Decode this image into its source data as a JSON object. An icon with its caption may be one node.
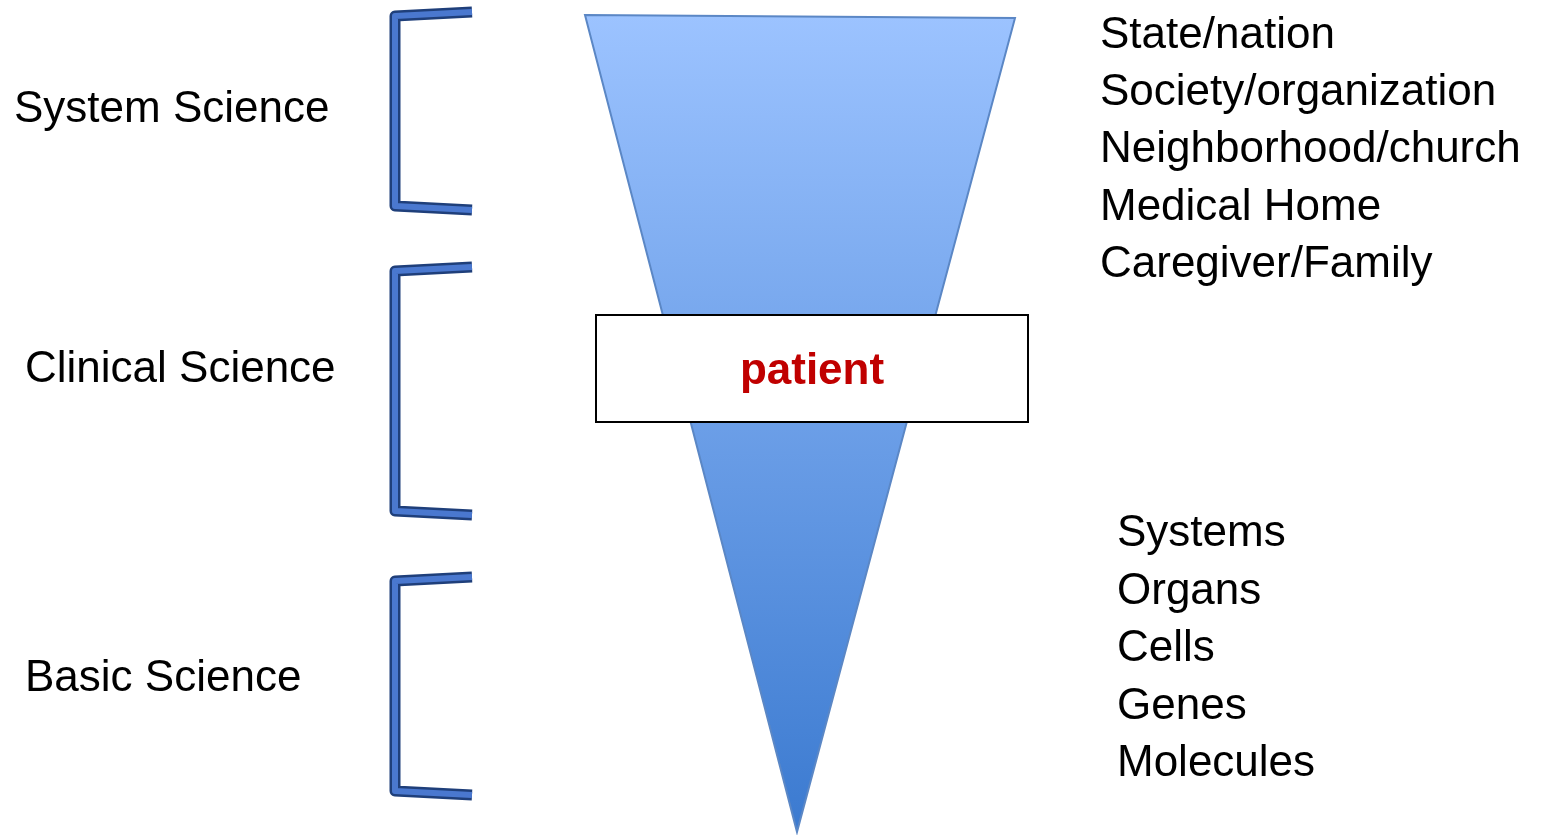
{
  "diagram": {
    "nodes": [
      {
        "text": [
          "patient"
        ]
      }
    ],
    "edges": [],
    "labels": [
      "System Science",
      "Clinical Science",
      "Basic Science",
      "State/nation",
      "Society/organization",
      "Neighborhood/church",
      "Medical Home",
      "Caregiver/Family",
      "Systems",
      "Organs",
      "Cells",
      "Genes",
      "Molecules"
    ]
  }
}
